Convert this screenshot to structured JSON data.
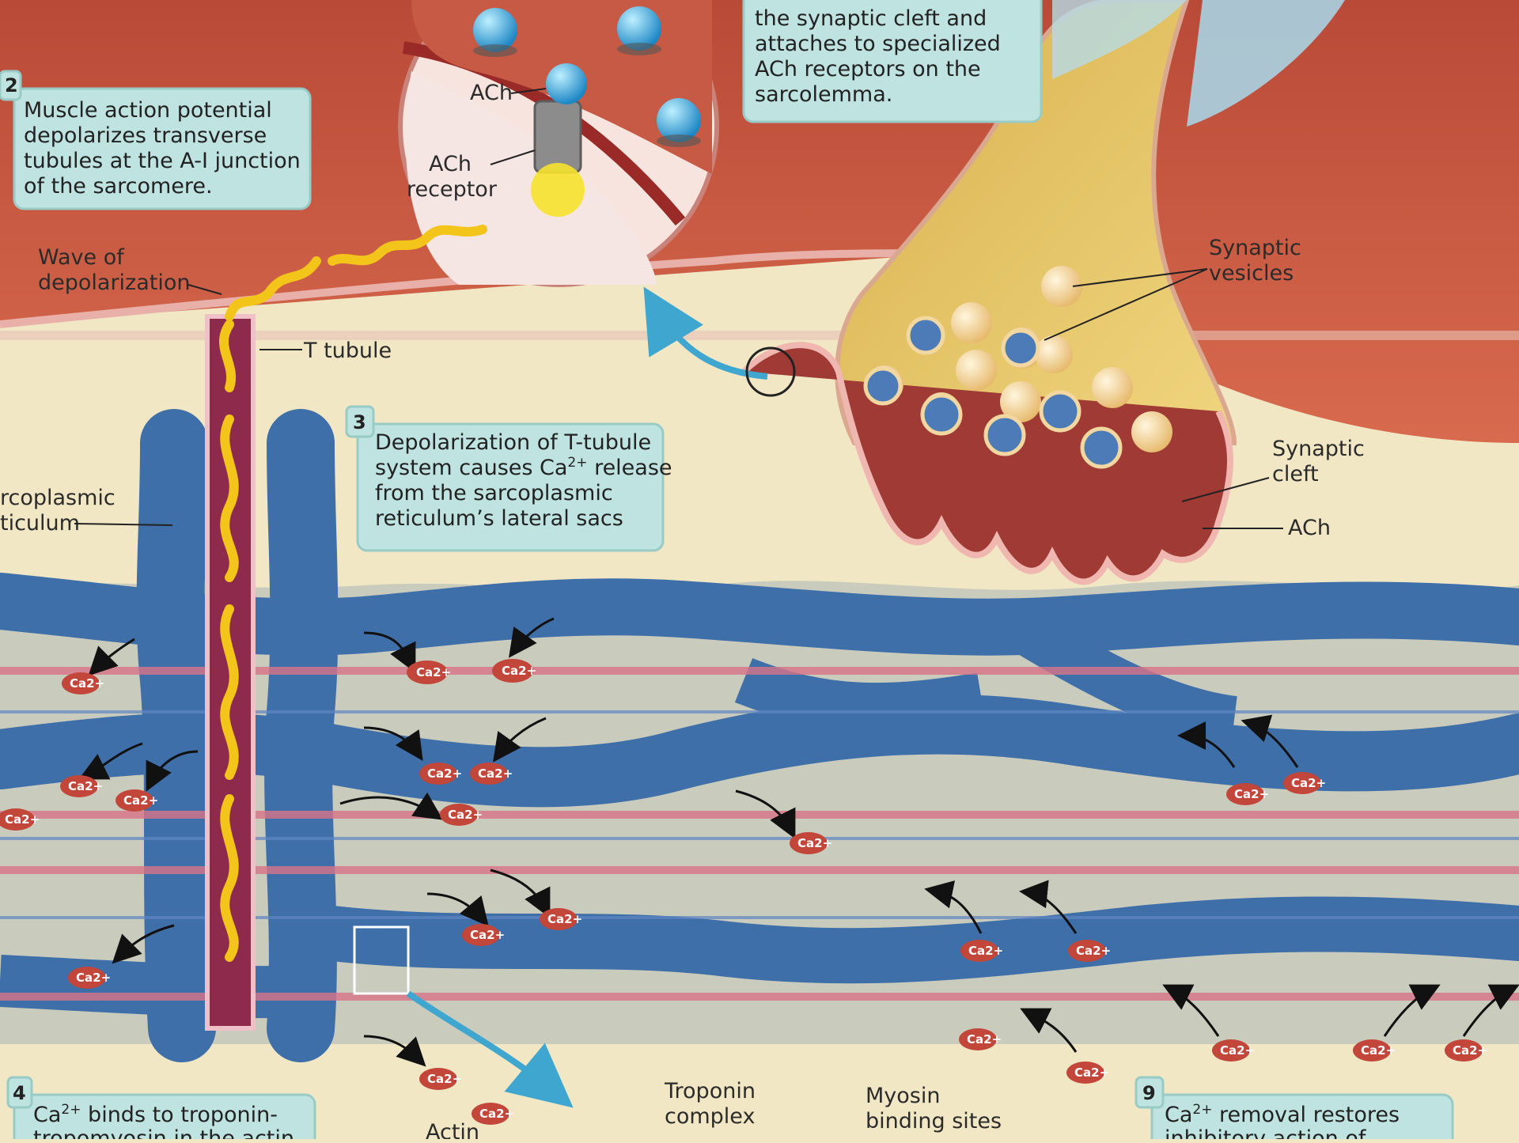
{
  "callouts": {
    "step1_partial": "the synaptic cleft and",
    "step1_line2": "attaches to specialized",
    "step1_line3": "ACh receptors on the",
    "step1_line4": "sarcolemma.",
    "step2_number": "2",
    "step2_line1": "Muscle action potential",
    "step2_line2": "depolarizes transverse",
    "step2_line3": "tubules at the A-I junction",
    "step2_line4": "of the sarcomere.",
    "step3_number": "3",
    "step3_line1": "Depolarization of T-tubule",
    "step3_line2a": "system causes Ca",
    "step3_line2sup": "2+",
    "step3_line2b": " release",
    "step3_line3": "from the sarcoplasmic",
    "step3_line4": "reticulum’s lateral sacs",
    "step4_number": "4",
    "step4_line1a": "Ca",
    "step4_line1sup": "2+",
    "step4_line1b": " binds to troponin-",
    "step4_line2": "tropomyosin in the actin",
    "step9_number": "9",
    "step9_line1a": "Ca",
    "step9_line1sup": "2+",
    "step9_line1b": " removal restores",
    "step9_line2": "inhibitory action of"
  },
  "labels": {
    "ach_inset": "ACh",
    "ach_receptor_1": "ACh",
    "ach_receptor_2": "receptor",
    "wave_1": "Wave of",
    "wave_2": "depolarization",
    "t_tubule": "T tubule",
    "sr_1": "rcoplasmic",
    "sr_2": "ticulum",
    "synaptic_vesicles_1": "Synaptic",
    "synaptic_vesicles_2": "vesicles",
    "synaptic_cleft_1": "Synaptic",
    "synaptic_cleft_2": "cleft",
    "ach_cleft": "ACh",
    "troponin_1": "Troponin",
    "troponin_2": "complex",
    "myosin_1": "Myosin",
    "myosin_2": "binding sites",
    "actin": "Actin",
    "ca_ion": "Ca2+"
  },
  "colors": {
    "background": "#f1e7c4",
    "muscle_red": "#c8523f",
    "sr_blue": "#3f6fa8",
    "t_tubule": "#8e2a4c",
    "nerve_yellow": "#e2c163",
    "callout_box": "#bfe3e0",
    "wave_yellow": "#f3c419",
    "ca_red": "#c2463a"
  }
}
